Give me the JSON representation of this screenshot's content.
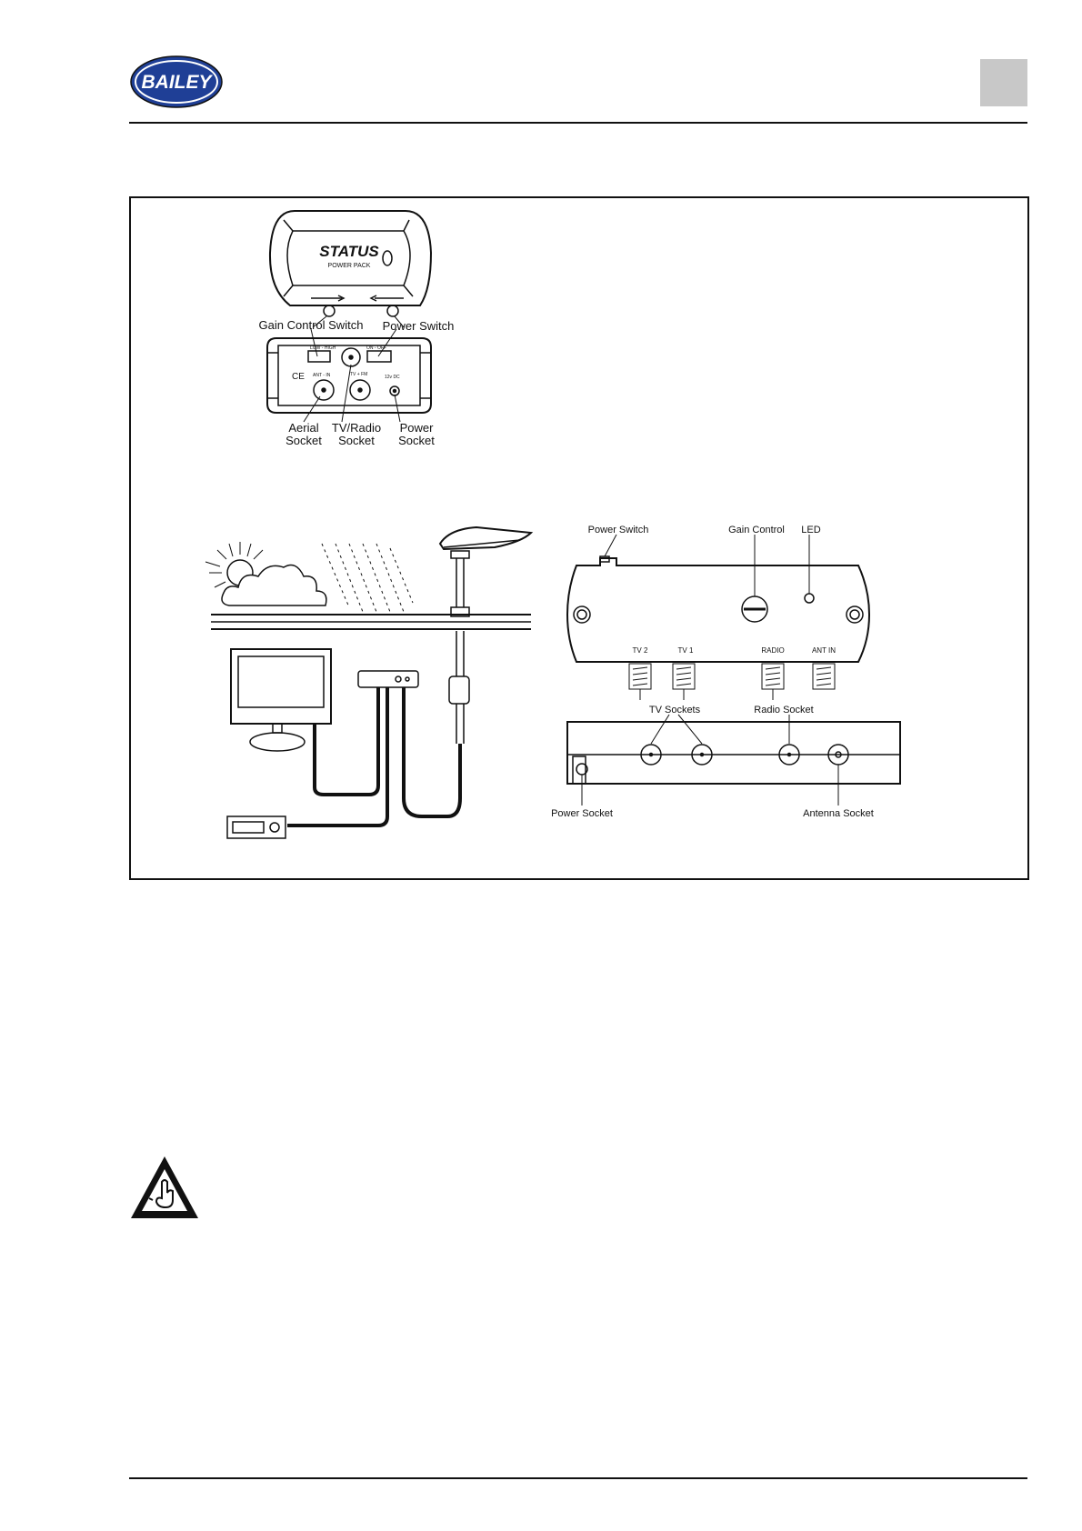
{
  "header": {
    "logo_text": "BAILEY"
  },
  "figure_top": {
    "brand": "STATUS",
    "brand_sub": "POWER PACK",
    "labels": {
      "gain_switch": "Gain Control Switch",
      "power_switch": "Power Switch",
      "aerial_1": "Aerial",
      "aerial_2": "Socket",
      "tvradio_1": "TV/Radio",
      "tvradio_2": "Socket",
      "power_1": "Power",
      "power_2": "Socket"
    },
    "panel_text": {
      "ce": "CE",
      "ant_in": "ANT - IN",
      "tv_fm": "TV + FM",
      "dc": "12v DC",
      "on_off": "ON - OFF",
      "gain": "LOW - HIGH"
    }
  },
  "figure_right": {
    "labels": {
      "power_switch": "Power Switch",
      "gain_control": "Gain Control",
      "led": "LED",
      "tv2": "TV 2",
      "tv1": "TV 1",
      "radio": "RADIO",
      "ant_in": "ANT IN",
      "tv_sockets": "TV Sockets",
      "radio_socket": "Radio Socket",
      "power_socket": "Power Socket",
      "antenna_socket": "Antenna Socket"
    }
  },
  "colors": {
    "line": "#111111",
    "tab_grey": "#c8c8c8",
    "logo_blue": "#1f3f96"
  }
}
